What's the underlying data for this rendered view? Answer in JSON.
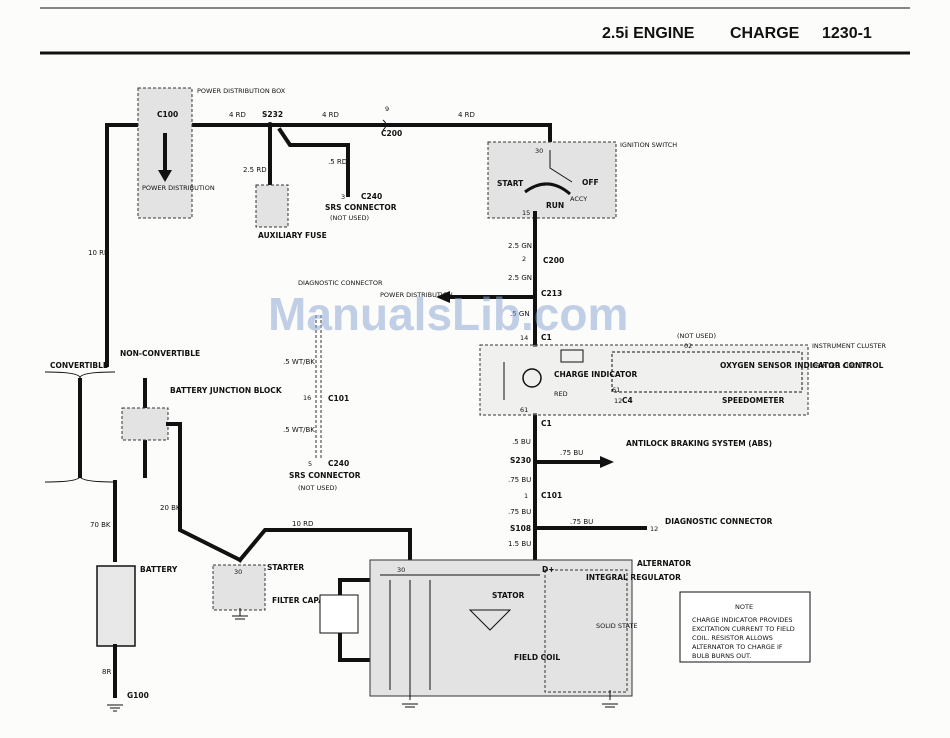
{
  "header": {
    "section": "2.5i ENGINE",
    "topic": "CHARGE",
    "page_code": "1230-1"
  },
  "watermark": "ManualsLib.com",
  "components": {
    "power_distribution_box": "POWER DISTRIBUTION BOX",
    "power_distribution": "POWER DISTRIBUTION",
    "auxiliary_fuse": "AUXILIARY FUSE",
    "srs_connector": "SRS CONNECTOR",
    "not_used": "(NOT USED)",
    "ignition_switch": "IGNITION SWITCH",
    "start": "START",
    "off": "OFF",
    "run": "RUN",
    "accy": "ACCY",
    "diagnostic_connector": "DIAGNOSTIC CONNECTOR",
    "power_distribution_arrow": "POWER DISTRIBUTION",
    "instrument_cluster": "INSTRUMENT CLUSTER",
    "printed_circuit": "PRINTED CIRCUIT",
    "charge_indicator": "CHARGE INDICATOR",
    "red": "RED",
    "oxygen_sensor": "OXYGEN SENSOR INDICATOR CONTROL",
    "speedometer": "SPEEDOMETER",
    "convertible": "CONVERTIBLE",
    "non_convertible": "NON-CONVERTIBLE",
    "battery_junction_block": "BATTERY JUNCTION BLOCK",
    "antilock": "ANTILOCK BRAKING SYSTEM (ABS)",
    "diag_connector_right": "DIAGNOSTIC CONNECTOR",
    "battery": "BATTERY",
    "starter": "STARTER",
    "filter_capacitor": "FILTER CAPACITOR",
    "alternator": "ALTERNATOR",
    "integral_regulator": "INTEGRAL REGULATOR",
    "stator": "STATOR",
    "field_coil": "FIELD COIL",
    "solid_state": "SOLID STATE",
    "g100": "G100"
  },
  "wires": {
    "rd4a": "4 RD",
    "rd4b": "4 RD",
    "rd4c": "4 RD",
    "rd25": "2.5 RD",
    "rd05": ".5 RD",
    "rd10a": "10 RD",
    "rd10b": "10 RD",
    "gn25a": "2.5 GN",
    "gn25b": "2.5 GN",
    "gn05": ".5 GN",
    "wtbk1": ".5 WT/BK",
    "wtbk2": ".5 WT/BK",
    "bu05": ".5 BU",
    "bu075a": ".75 BU",
    "bu075b": ".75 BU",
    "bu075c": ".75 BU",
    "bu075d": ".75 BU",
    "bu15": "1.5 BU",
    "bk70": "70 BK",
    "bk20": "20 BK",
    "br8": "8R"
  },
  "connectors": {
    "c100": "C100",
    "s232": "S232",
    "c200a": "C200",
    "c200b": "C200",
    "c240a": "C240",
    "c240b": "C240",
    "c213": "C213",
    "c1a": "C1",
    "c1b": "C1",
    "c4": "C4",
    "c101a": "C101",
    "c101b": "C101",
    "s230": "S230",
    "s108": "S108"
  },
  "pins": {
    "p9": "9",
    "p3": "3",
    "p30": "30",
    "p15": "15",
    "p2": "2",
    "p14": "14",
    "p61": "61",
    "p02": "02",
    "p61b": "61",
    "p12": "12",
    "p16": "16",
    "p5": "5",
    "p1": "1",
    "p12b": "12",
    "p30s": "30",
    "p30a": "30",
    "pdplus": "D+"
  },
  "note": {
    "title": "NOTE",
    "text": [
      "CHARGE INDICATOR PROVIDES",
      "EXCITATION CURRENT TO FIELD",
      "COIL. RESISTOR ALLOWS",
      "ALTERNATOR TO CHARGE IF",
      "BULB BURNS OUT."
    ]
  }
}
